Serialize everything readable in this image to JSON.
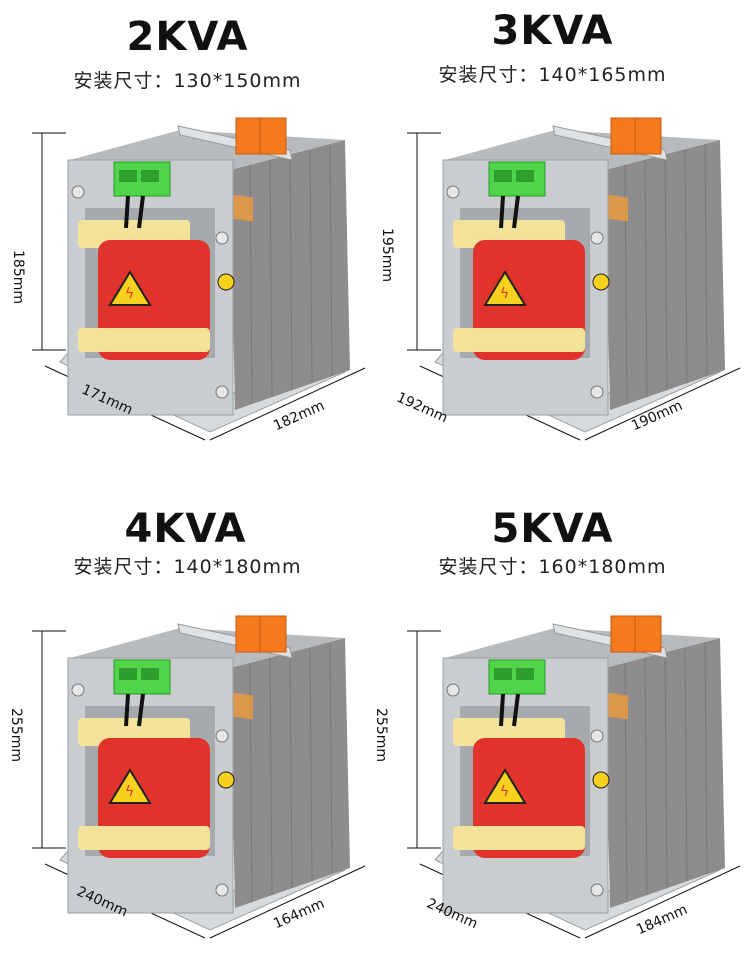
{
  "products": [
    {
      "title": "2KVA",
      "subtitle": "安装尺寸：130*150mm",
      "height": "185mm",
      "width": "171mm",
      "depth": "182mm"
    },
    {
      "title": "3KVA",
      "subtitle": "安装尺寸：140*165mm",
      "height": "195mm",
      "width": "192mm",
      "depth": "190mm"
    },
    {
      "title": "4KVA",
      "subtitle": "安装尺寸：140*180mm",
      "height": "255mm",
      "width": "240mm",
      "depth": "164mm"
    },
    {
      "title": "5KVA",
      "subtitle": "安装尺寸：160*180mm",
      "height": "255mm",
      "width": "240mm",
      "depth": "184mm"
    }
  ],
  "colors": {
    "coil": "#e0332c",
    "insulator": "#f3e39a",
    "input_terminal": "#4fd44a",
    "output_terminal": "#f57a1e",
    "core": "#8e8c8c",
    "frame": "#c9cdd0"
  }
}
